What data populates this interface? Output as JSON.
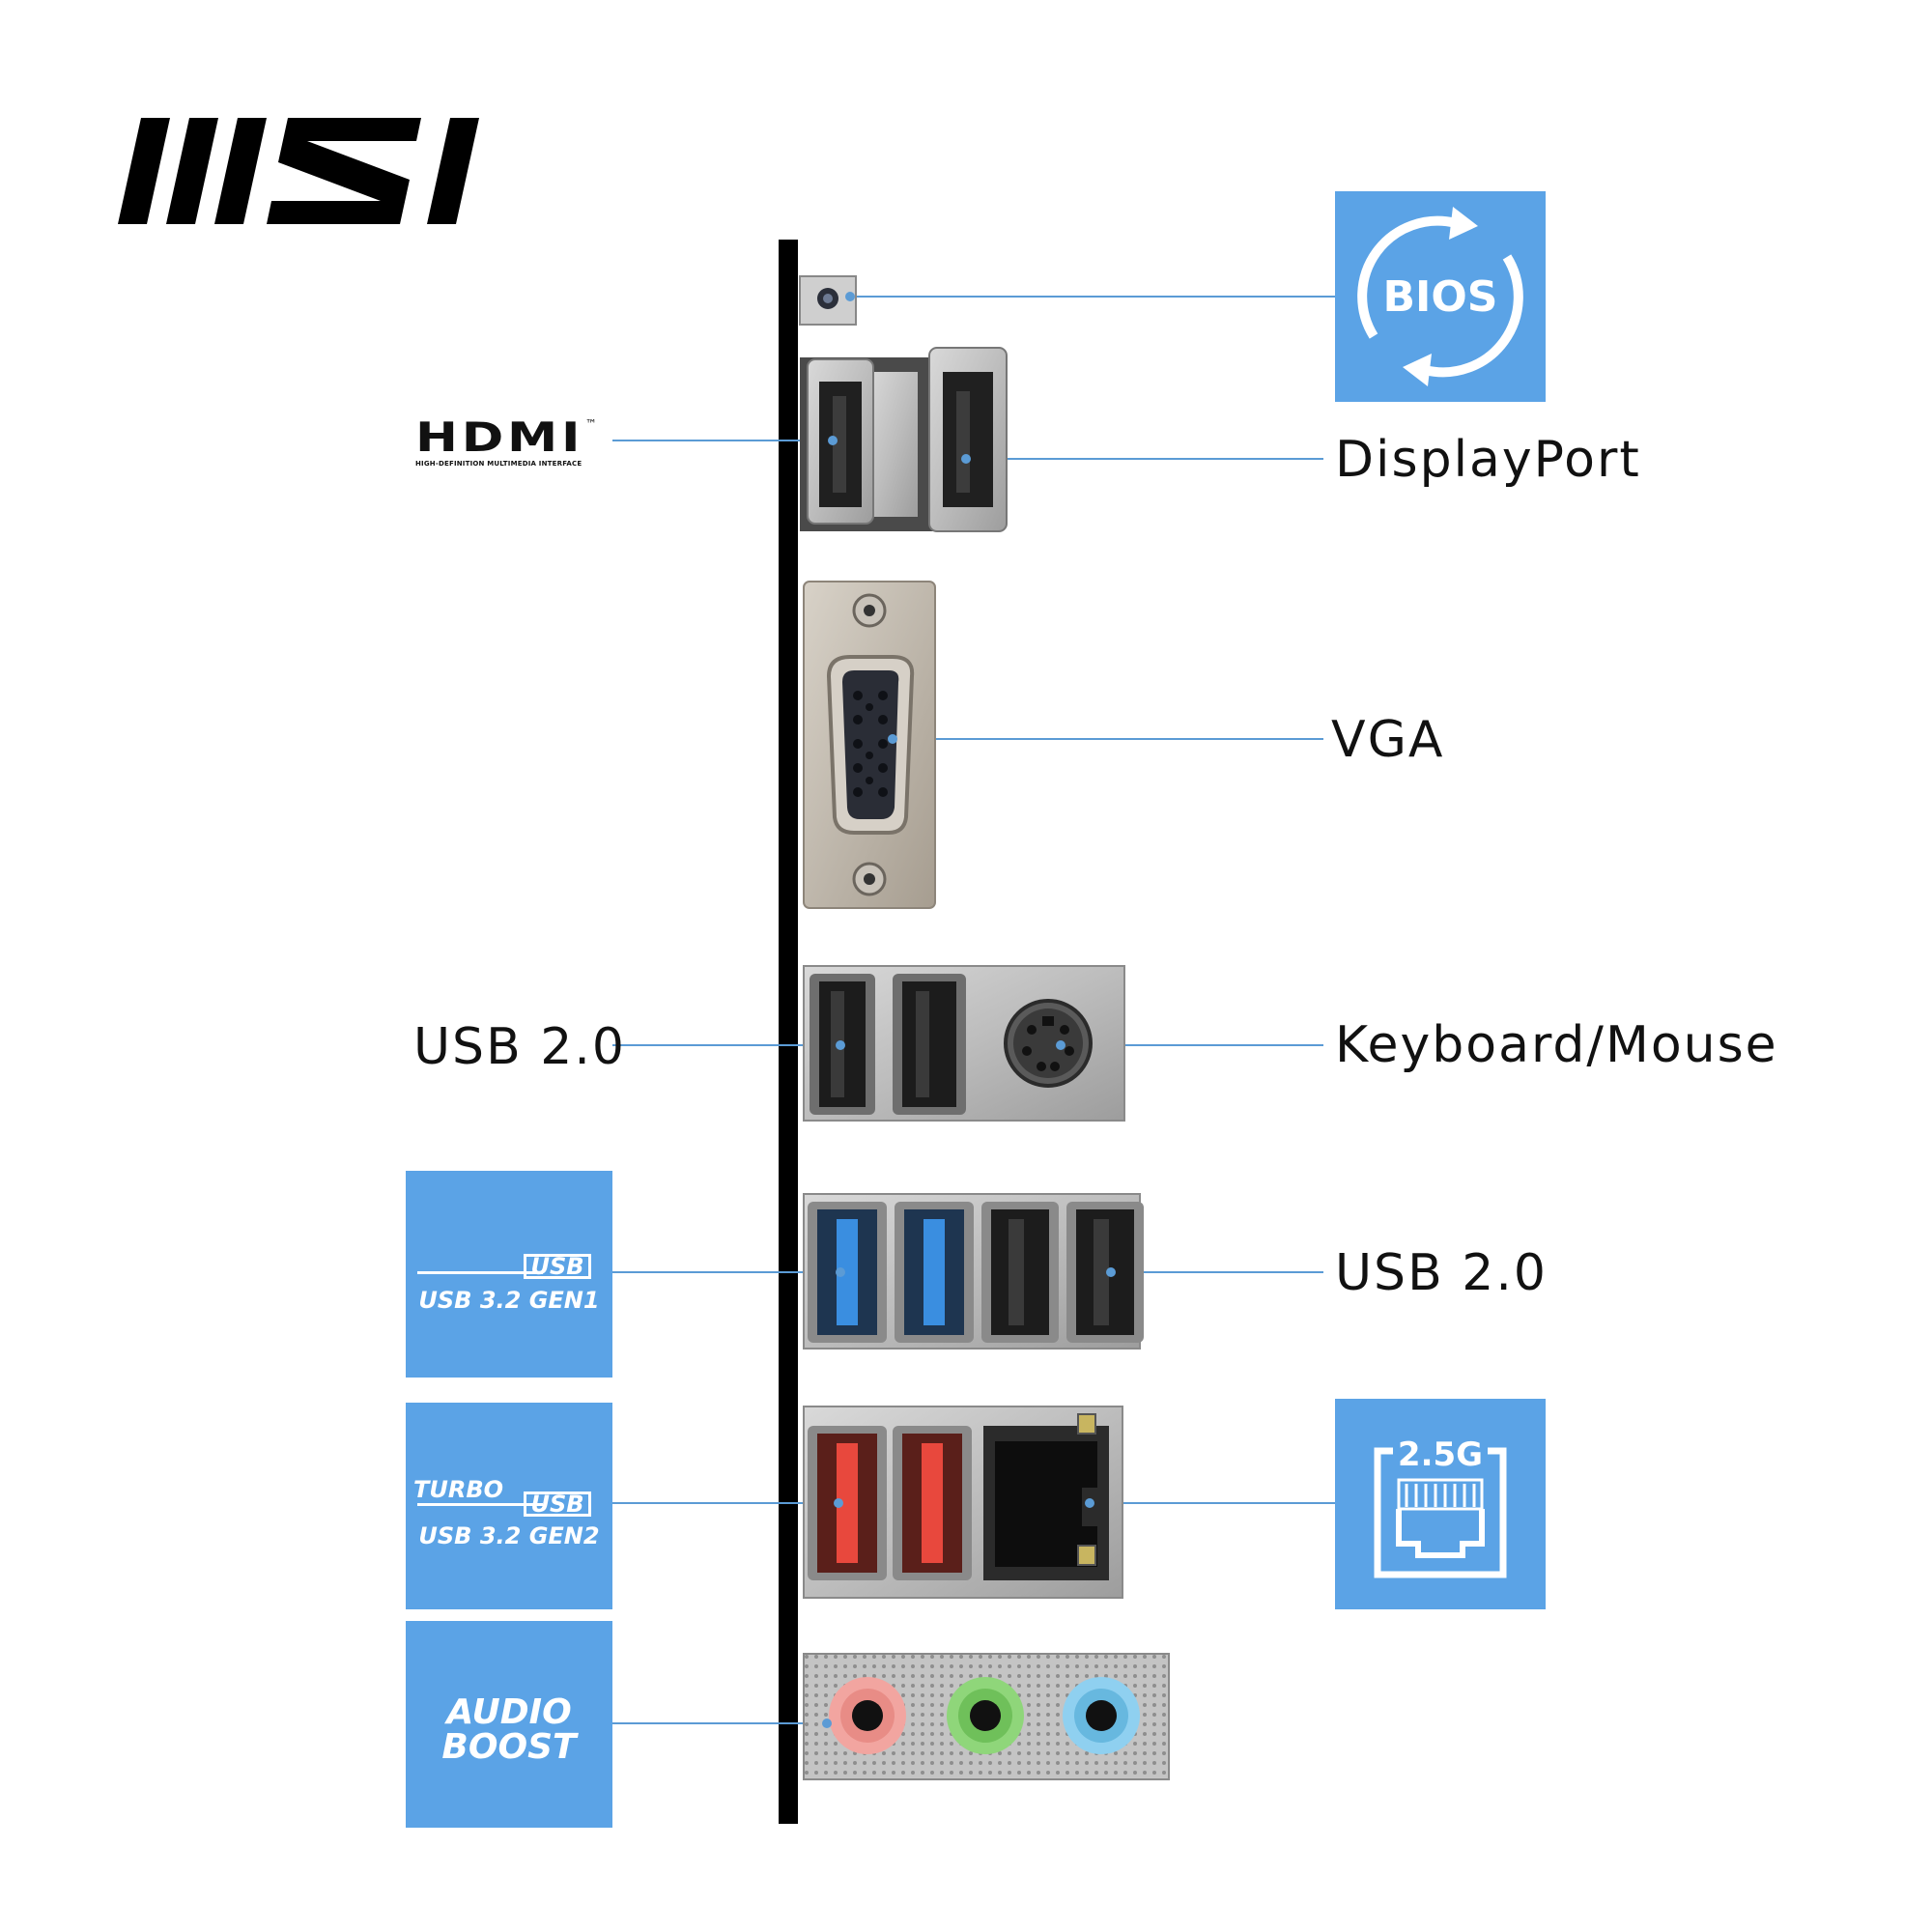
{
  "brand": {
    "logo_text": "MSI"
  },
  "labels": {
    "bios": "BIOS",
    "hdmi": "HDMI",
    "hdmi_tm": "™",
    "hdmi_sub": "HIGH-DEFINITION MULTIMEDIA INTERFACE",
    "displayport": "DisplayPort",
    "vga": "VGA",
    "usb20_left": "USB 2.0",
    "keyboard_mouse": "Keyboard/Mouse",
    "usb20_right": "USB 2.0",
    "usb_gen1_logo": "USB",
    "usb_gen1": "USB 3.2 GEN1",
    "turbo": "TURBO",
    "usb_gen2_logo": "USB",
    "usb_gen2": "USB 3.2 GEN2",
    "lan_speed": "2.5G",
    "audio_line1": "AUDIO",
    "audio_line2": "BOOST"
  },
  "colors": {
    "badge": "#5ba3e6",
    "leader_line": "#5b9bd5",
    "usb3_blue": "#3a8ee0",
    "usb_gen2_red": "#e8483d",
    "audio_pink": "#f2a5a0",
    "audio_green": "#8fd67a",
    "audio_blue": "#8fd0f0"
  }
}
